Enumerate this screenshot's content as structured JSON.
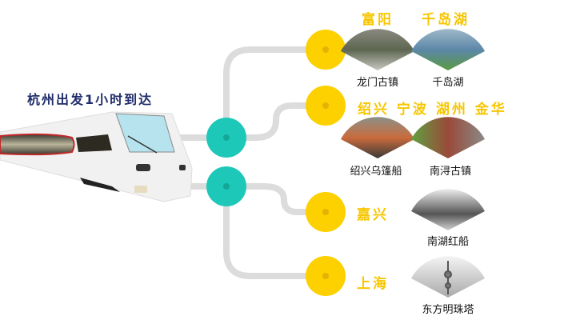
{
  "title": "杭州出发1小时到达",
  "colors": {
    "title": "#1f2d6b",
    "city": "#f7c600",
    "hub": "#1ec8b8",
    "stop": "#fdd000",
    "line": "#dcdcdc"
  },
  "branches": [
    {
      "cities": "富阳",
      "cities2": "千岛湖",
      "spots": [
        "龙门古镇",
        "千岛湖"
      ]
    },
    {
      "cities": "绍兴 宁波 湖州 金华",
      "spots": [
        "绍兴乌篷船",
        "南浔古镇"
      ]
    },
    {
      "cities": "嘉兴",
      "spots": [
        "南湖红船"
      ]
    },
    {
      "cities": "上海",
      "spots": [
        "东方明珠塔"
      ]
    }
  ]
}
